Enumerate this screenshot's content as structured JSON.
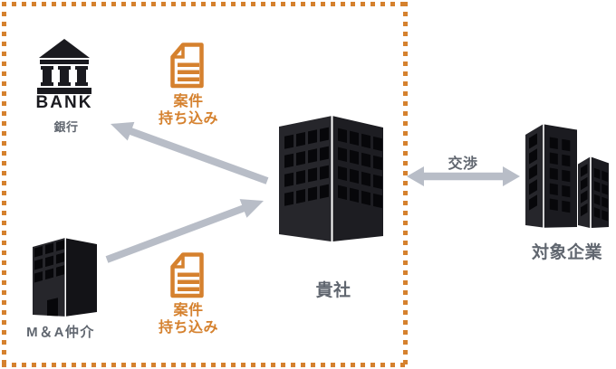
{
  "colors": {
    "accent_orange": "#d5812e",
    "icon_dark": "#1a1a1f",
    "building_face": "#26262b",
    "building_side": "#1b1b20",
    "window_dark": "#07070a",
    "label_gray": "#60666f",
    "arrow_gray": "#b8bdc7",
    "background": "#ffffff"
  },
  "boundary": {
    "style": "dashed-square-dots",
    "color": "#d5812e"
  },
  "nodes": {
    "bank": {
      "icon": "bank-icon",
      "icon_text": "BANK",
      "label": "銀行"
    },
    "ma_broker": {
      "icon": "building-icon",
      "label": "M＆A仲介"
    },
    "your_company": {
      "icon": "office-building-icon",
      "label": "貴社"
    },
    "target_company": {
      "icon": "two-buildings-icon",
      "label": "対象企業"
    }
  },
  "documents": {
    "top": {
      "icon": "document-icon",
      "line1": "案件",
      "line2": "持ち込み"
    },
    "bottom": {
      "icon": "document-icon",
      "line1": "案件",
      "line2": "持ち込み"
    }
  },
  "arrows": {
    "to_bank": {
      "from": "your_company",
      "to": "bank"
    },
    "to_your_company": {
      "from": "ma_broker",
      "to": "your_company"
    },
    "negotiation": {
      "between": [
        "your_company",
        "target_company"
      ],
      "label": "交渉",
      "bidirectional": true
    }
  }
}
